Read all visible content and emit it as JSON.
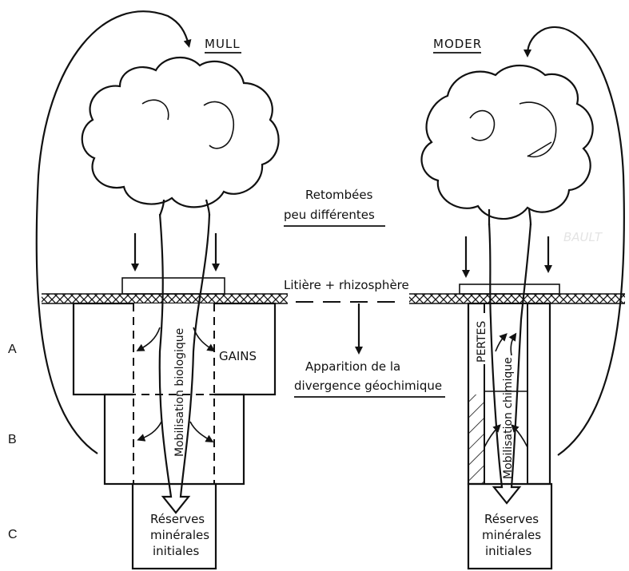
{
  "mull": {
    "title": "MULL",
    "gains": "GAINS",
    "mobilisation": "Mobilisation biologique",
    "reserves": [
      "Réserves",
      "minérales",
      "initiales"
    ]
  },
  "moder": {
    "title": "MODER",
    "pertes": "PERTES",
    "mobilisation": "Mobilisation chimique",
    "reserves": [
      "Réserves",
      "minérales",
      "initiales"
    ]
  },
  "center": {
    "retombees": [
      "Retombées",
      "peu différentes"
    ],
    "litiere": "Litière + rhizosphère",
    "apparition": [
      "Apparition de la",
      "divergence géochimique"
    ]
  },
  "horizons": [
    "A",
    "B",
    "C"
  ],
  "watermark": "BAULT"
}
